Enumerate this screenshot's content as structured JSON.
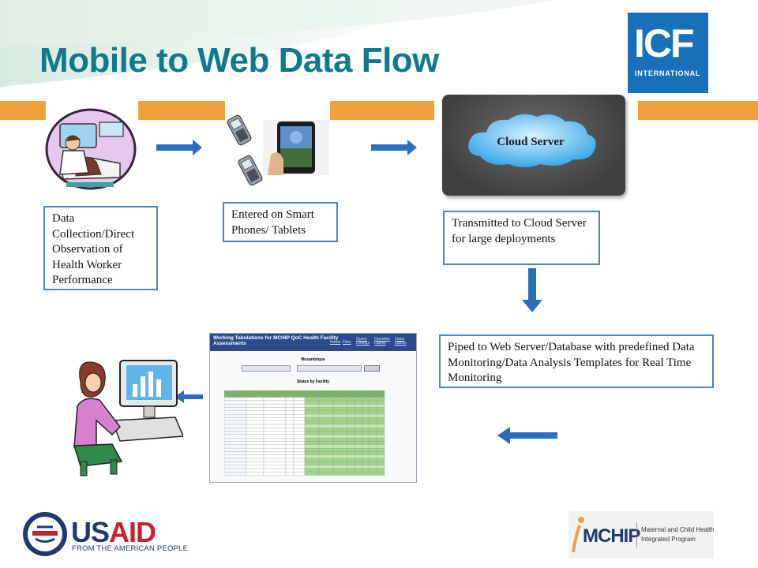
{
  "title": "Mobile to Web Data Flow",
  "logo_icf": {
    "big": "ICF",
    "small": "INTERNATIONAL"
  },
  "steps": {
    "collection": "Data Collection/Direct Observation of Health Worker Performance",
    "entry": "Entered on Smart Phones/ Tablets",
    "cloud_label": "Cloud Server",
    "transmit": "Transmitted to Cloud Server for large deployments",
    "pipe": "Piped to Web Server/Database with predefined Data Monitoring/Data Analysis Templates for Real Time Monitoring"
  },
  "web_report": {
    "title": "Working Tabulations for MCHIP QoC Health Facility Assessments",
    "nav": [
      "Home",
      "Files",
      "Query Listings",
      "Question Labels",
      "Value Labels"
    ],
    "country": "Mozambique",
    "subtitle": "Status by Facility"
  },
  "footer": {
    "usaid_blue": "US",
    "usaid_red": "AID",
    "usaid_sub": "FROM THE AMERICAN PEOPLE",
    "mchip_mark": "MCHIP",
    "mchip_line1": "Maternal and Child Health",
    "mchip_line2": "Integrated Program"
  },
  "colors": {
    "title": "#0f7a8c",
    "accent": "#f0a03c",
    "arrow": "#2a6fbf",
    "box_border": "#4a82c2",
    "icf": "#1870b8"
  }
}
